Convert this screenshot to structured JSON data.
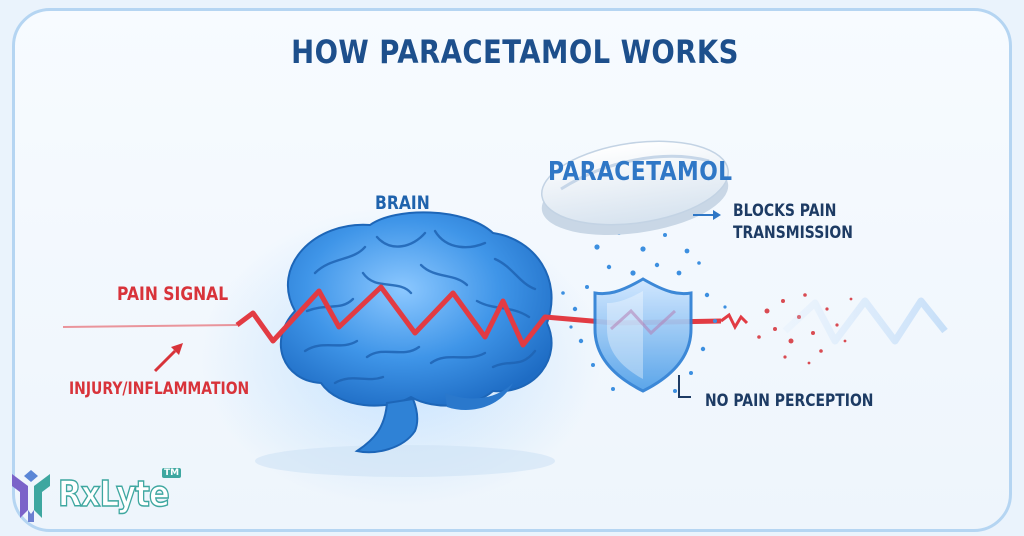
{
  "title": "HOW PARACETAMOL WORKS",
  "labels": {
    "brain": "BRAIN",
    "pain_signal": "PAIN SIGNAL",
    "injury": "INJURY/INFLAMMATION",
    "tablet": "PARACETAMOL",
    "blocks_line1": "BLOCKS PAIN",
    "blocks_line2": "TRANSMISSION",
    "no_pain": "NO PAIN PERCEPTION"
  },
  "logo": {
    "text": "RxLyte",
    "tm": "TM"
  },
  "colors": {
    "title": "#1d4f8c",
    "pain": "#d8333a",
    "brain": "#3f95e8",
    "shield": "#5aa8ee",
    "accent_blue": "#2f77c6",
    "dark_label": "#1d3b64",
    "frame": "#b5d5f2",
    "logo": "#3ea7a0"
  },
  "icons": [
    "brain-icon",
    "paracetamol-tablet-icon",
    "shield-icon",
    "pain-signal-line",
    "arrow-icon",
    "logo-icon"
  ]
}
